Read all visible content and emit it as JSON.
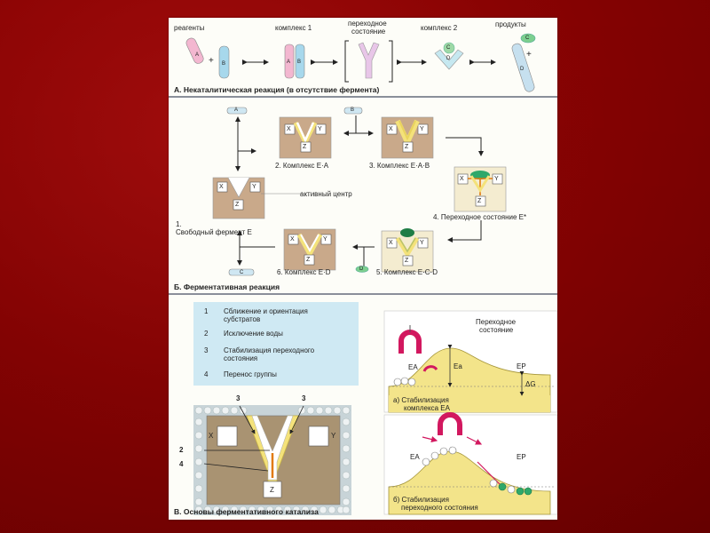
{
  "panel_a": {
    "stage_labels": [
      "реагенты",
      "комплекс 1",
      "переходное состояние",
      "комплекс 2",
      "продукты"
    ],
    "stage_transition_line1": "переходное",
    "stage_transition_line2": "состояние",
    "caption": "А. Некаталитическая реакция (в отсутствие фермента)",
    "plus": "+",
    "letters": {
      "a": "A",
      "b": "B",
      "c": "C",
      "d": "D"
    }
  },
  "panel_b": {
    "free_enzyme_num": "1.",
    "free_enzyme": "Свободный фермент  E",
    "active_site": "активный центр",
    "complex_ea": "2. Комплекс E·A",
    "complex_eab": "3. Комплекс E·A·B",
    "transition": "4. Переходное состояние E*",
    "complex_ecd": "5. Комплекс E·C·D",
    "complex_ed": "6. Комплекс E·D",
    "caption": "Б. Ферментативная реакция",
    "site_letters": {
      "x": "X",
      "y": "Y",
      "z": "Z"
    }
  },
  "panel_c": {
    "factors": [
      {
        "num": "1",
        "text_line1": "Сближение и ориентация",
        "text_line2": "субстратов"
      },
      {
        "num": "2",
        "text_line1": "Исключение воды",
        "text_line2": ""
      },
      {
        "num": "3",
        "text_line1": "Стабилизация переходного",
        "text_line2": "состояния"
      },
      {
        "num": "4",
        "text_line1": "Перенос группы",
        "text_line2": ""
      }
    ],
    "diagram_markers": {
      "three_left": "3",
      "three_right": "3",
      "two": "2",
      "four": "4",
      "x": "X",
      "y": "Y",
      "z": "Z"
    },
    "caption": "В. Основы ферментативного катализа"
  },
  "energy_a": {
    "transition_line1": "Переходное",
    "transition_line2": "состояние",
    "ea": "EA",
    "ep": "EP",
    "activation": "Ea",
    "delta_g": "ΔG",
    "caption_line1": "а) Стабилизация",
    "caption_line2": "комплекса  EA"
  },
  "energy_b": {
    "ea": "EA",
    "ep": "EP",
    "caption_line1": "б) Стабилизация",
    "caption_line2": "переходного состояния"
  },
  "colors": {
    "slide_background": "#8a0303",
    "paper": "#fdfdf8",
    "enzyme_body": "#c9a98a",
    "substrate_yellow": "#f4e27a",
    "energy_hill": "#f3e48a",
    "magnet": "#d2185f",
    "product_green": "#2fa86a",
    "factor_box": "#cfe9f3"
  }
}
